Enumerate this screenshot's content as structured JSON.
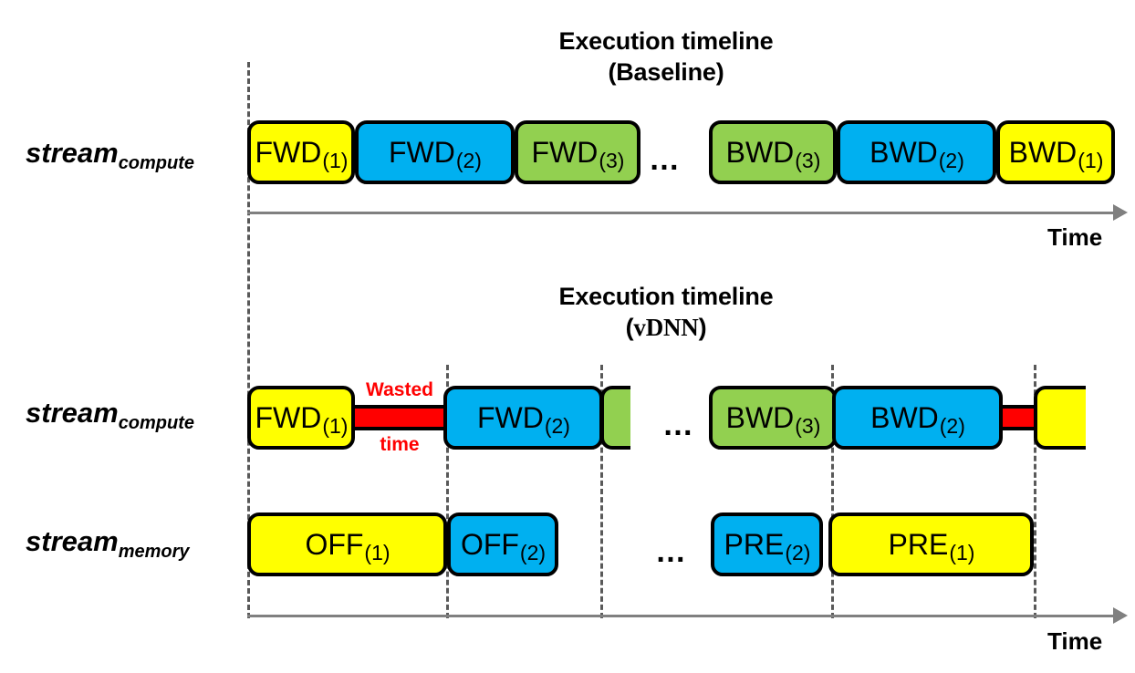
{
  "figure": {
    "background": "#ffffff",
    "palette": {
      "yellow": "#ffff00",
      "blue": "#00b0f0",
      "green": "#92d050",
      "red": "#ff0000",
      "outline": "#000000",
      "axis_gray": "#808080",
      "dash_gray": "#595959"
    }
  },
  "baseline": {
    "title_line1": "Execution timeline",
    "title_line2": "(Baseline)",
    "stream_label": {
      "base": "stream",
      "sub": "compute"
    },
    "ellipsis": "…",
    "axis_label": "Time",
    "blocks": [
      {
        "text": "FWD",
        "sub": "(1)",
        "color": "yellow"
      },
      {
        "text": "FWD",
        "sub": "(2)",
        "color": "blue"
      },
      {
        "text": "FWD",
        "sub": "(3)",
        "color": "green"
      },
      {
        "text": "BWD",
        "sub": "(3)",
        "color": "green"
      },
      {
        "text": "BWD",
        "sub": "(2)",
        "color": "blue"
      },
      {
        "text": "BWD",
        "sub": "(1)",
        "color": "yellow"
      }
    ]
  },
  "vdnn": {
    "title_line1": "Execution timeline",
    "title_line2_open": "(",
    "title_line2_name": "vDNN",
    "title_line2_close": ")",
    "compute_stream_label": {
      "base": "stream",
      "sub": "compute"
    },
    "memory_stream_label": {
      "base": "stream",
      "sub": "memory"
    },
    "ellipsis_compute": "…",
    "ellipsis_memory": "…",
    "axis_label": "Time",
    "wasted_label_line1": "Wasted",
    "wasted_label_line2": "time",
    "compute_blocks": [
      {
        "text": "FWD",
        "sub": "(1)",
        "color": "yellow"
      },
      {
        "text": "FWD",
        "sub": "(2)",
        "color": "blue"
      },
      {
        "text": "",
        "sub": "",
        "color": "green"
      },
      {
        "text": "BWD",
        "sub": "(3)",
        "color": "green"
      },
      {
        "text": "BWD",
        "sub": "(2)",
        "color": "blue"
      },
      {
        "text": "",
        "sub": "",
        "color": "yellow"
      }
    ],
    "memory_blocks": [
      {
        "text": "OFF",
        "sub": "(1)",
        "color": "yellow"
      },
      {
        "text": "OFF",
        "sub": "(2)",
        "color": "blue"
      },
      {
        "text": "PRE",
        "sub": "(2)",
        "color": "blue"
      },
      {
        "text": "PRE",
        "sub": "(1)",
        "color": "yellow"
      }
    ]
  }
}
